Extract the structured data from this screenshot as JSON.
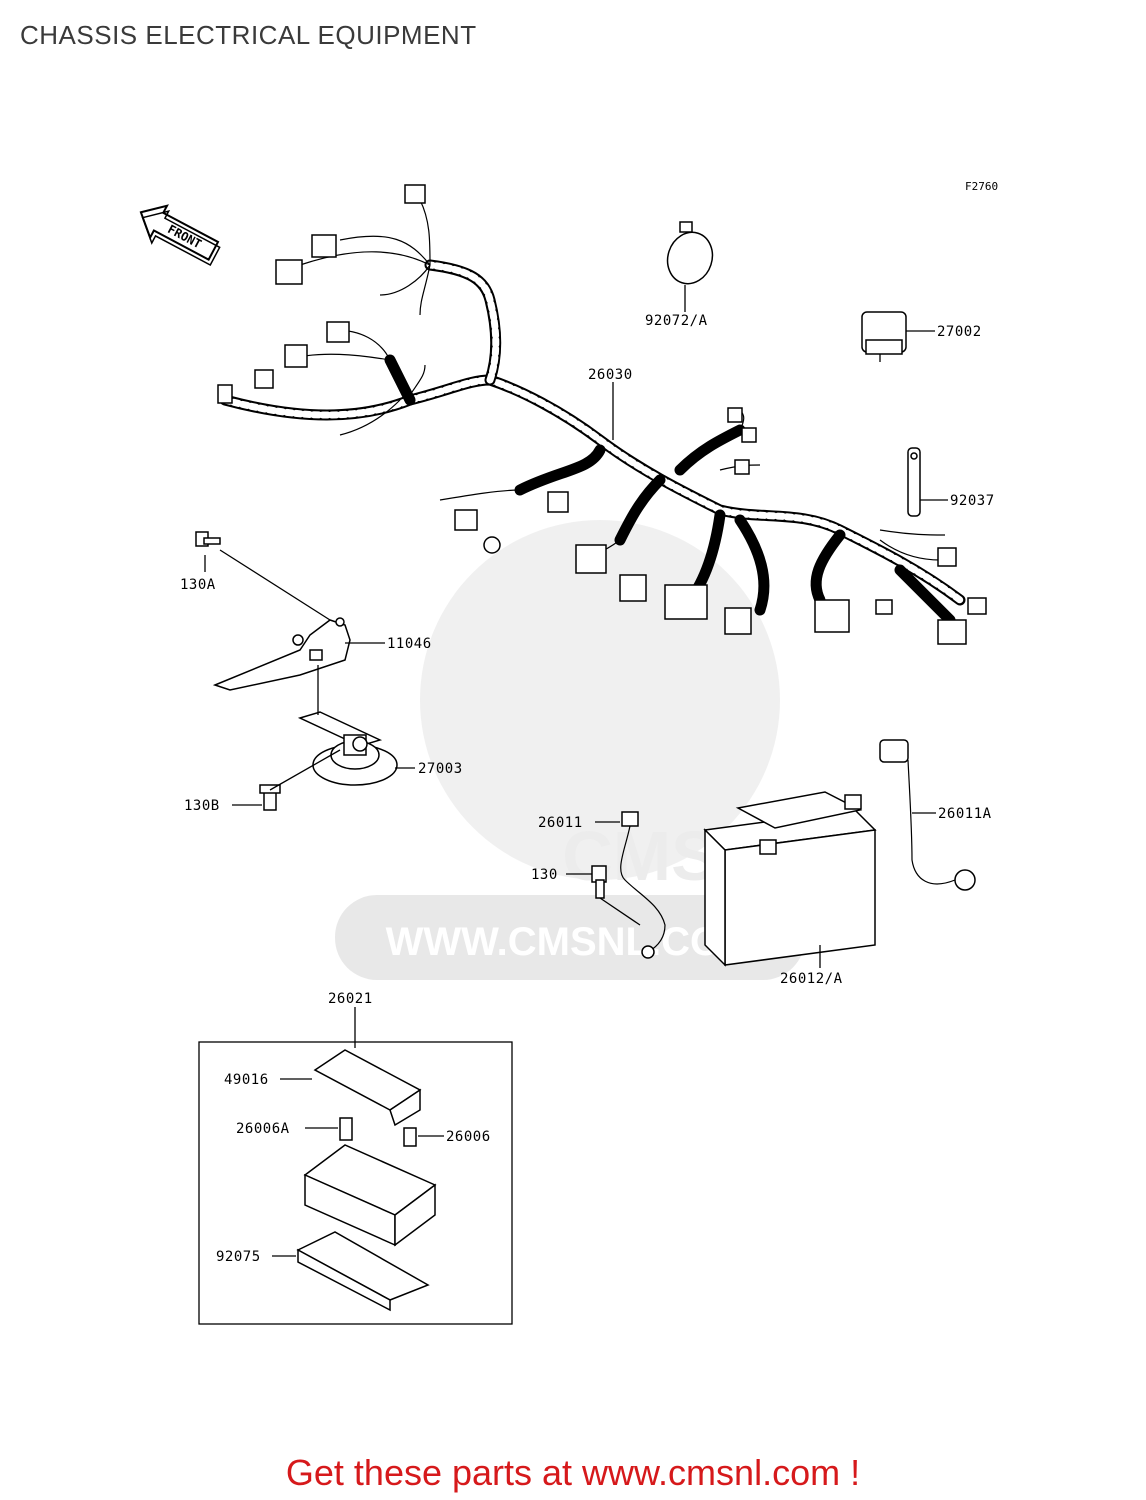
{
  "page": {
    "title": "CHASSIS ELECTRICAL EQUIPMENT",
    "figure_code": "F2760",
    "footer": "Get these parts at www.cmsnl.com !"
  },
  "watermark": {
    "text": "WWW.CMSNL.COM",
    "logo_text": "CMS"
  },
  "front_arrow": {
    "label": "FRONT"
  },
  "parts": {
    "p92072A": "92072/A",
    "p27002": "27002",
    "p26030": "26030",
    "p92037": "92037",
    "p130A": "130A",
    "p11046": "11046",
    "p27003": "27003",
    "p130B": "130B",
    "p26011": "26011",
    "p130": "130",
    "p26011A": "26011A",
    "p26012A": "26012/A",
    "p26021": "26021",
    "p49016": "49016",
    "p26006A": "26006A",
    "p26006": "26006",
    "p92075": "92075"
  },
  "colors": {
    "footer": "#d6191b",
    "title": "#3a3a3a",
    "watermark": "#e6e6e6"
  }
}
